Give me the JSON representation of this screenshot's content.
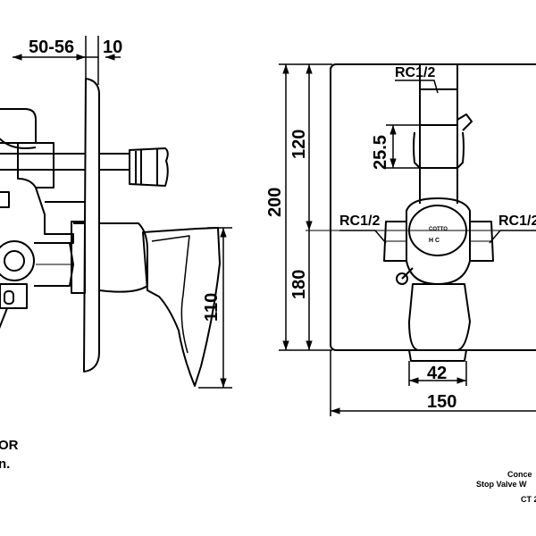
{
  "side_view": {
    "dim_depth": "50-56",
    "dim_plate": "10",
    "dim_handle_height": "110",
    "note_lines": [
      "OR",
      "n."
    ]
  },
  "front_view": {
    "dim_total_height": "200",
    "dim_upper": "120",
    "dim_lower": "180",
    "dim_pipe": "25.5",
    "dim_width": "150",
    "dim_handle_width": "42",
    "label_top_port": "RC1/2",
    "label_left_port": "RC1/2",
    "label_right_port": "RC1/2",
    "valve_brand": "COTTO",
    "valve_marks": "H  C"
  },
  "caption": {
    "line1": "Conce",
    "line2": "Stop Valve W",
    "line3": "CT 2"
  }
}
